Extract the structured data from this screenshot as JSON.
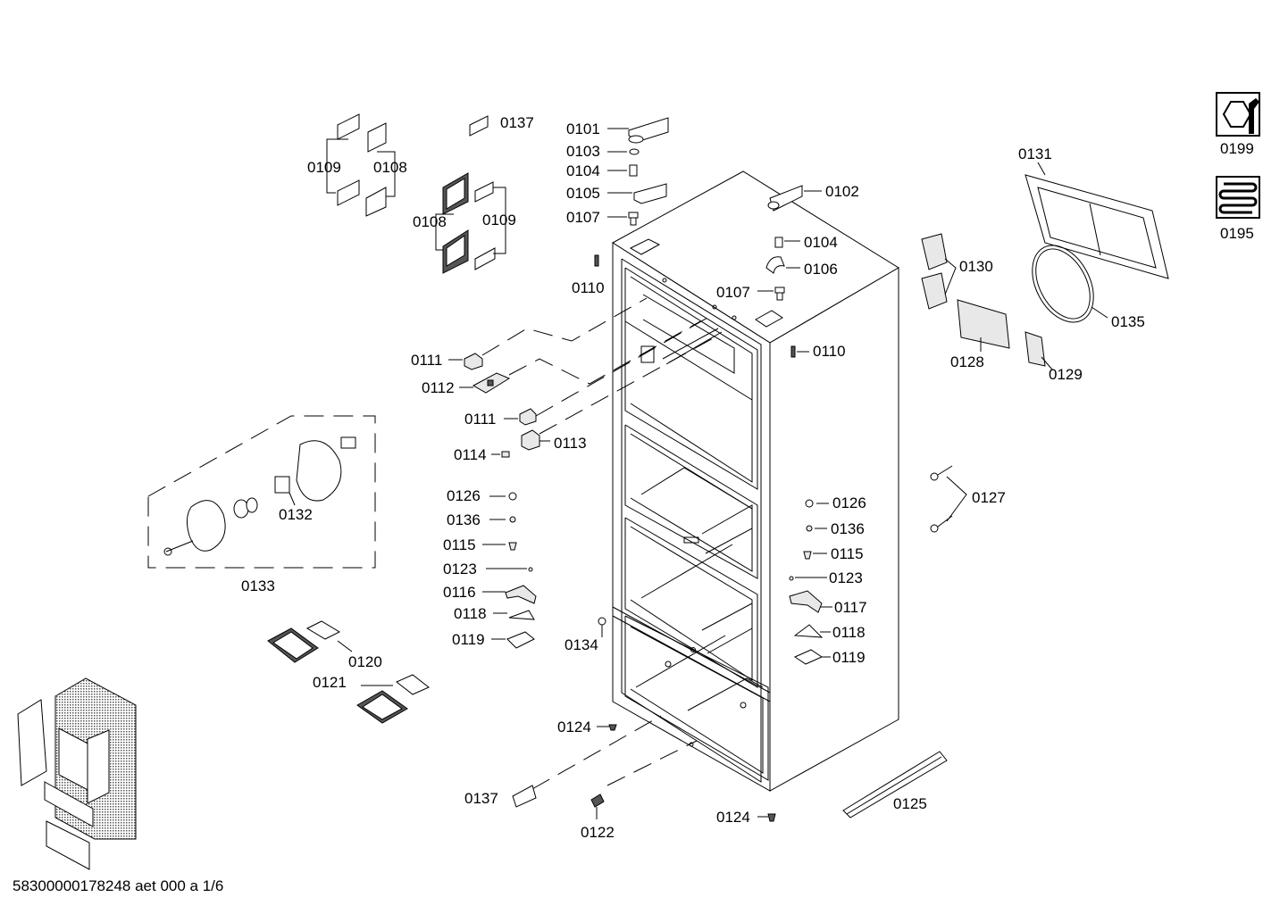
{
  "drawing": {
    "footer": "58300000178248 aet 000 a 1/6",
    "labels": {
      "l0101": "0101",
      "l0102": "0102",
      "l0103": "0103",
      "l0104a": "0104",
      "l0104b": "0104",
      "l0105": "0105",
      "l0106": "0106",
      "l0107a": "0107",
      "l0107b": "0107",
      "l0108a": "0108",
      "l0108b": "0108",
      "l0109a": "0109",
      "l0109b": "0109",
      "l0110a": "0110",
      "l0110b": "0110",
      "l0111a": "0111",
      "l0111b": "0111",
      "l0112": "0112",
      "l0113": "0113",
      "l0114": "0114",
      "l0115a": "0115",
      "l0115b": "0115",
      "l0116": "0116",
      "l0117": "0117",
      "l0118a": "0118",
      "l0118b": "0118",
      "l0119a": "0119",
      "l0119b": "0119",
      "l0120": "0120",
      "l0121": "0121",
      "l0122": "0122",
      "l0123a": "0123",
      "l0123b": "0123",
      "l0124a": "0124",
      "l0124b": "0124",
      "l0125": "0125",
      "l0126a": "0126",
      "l0126b": "0126",
      "l0127": "0127",
      "l0128": "0128",
      "l0129": "0129",
      "l0130": "0130",
      "l0131": "0131",
      "l0132": "0132",
      "l0133": "0133",
      "l0134": "0134",
      "l0135": "0135",
      "l0136a": "0136",
      "l0136b": "0136",
      "l0137a": "0137",
      "l0137b": "0137",
      "l0195": "0195",
      "l0199": "0199"
    }
  }
}
